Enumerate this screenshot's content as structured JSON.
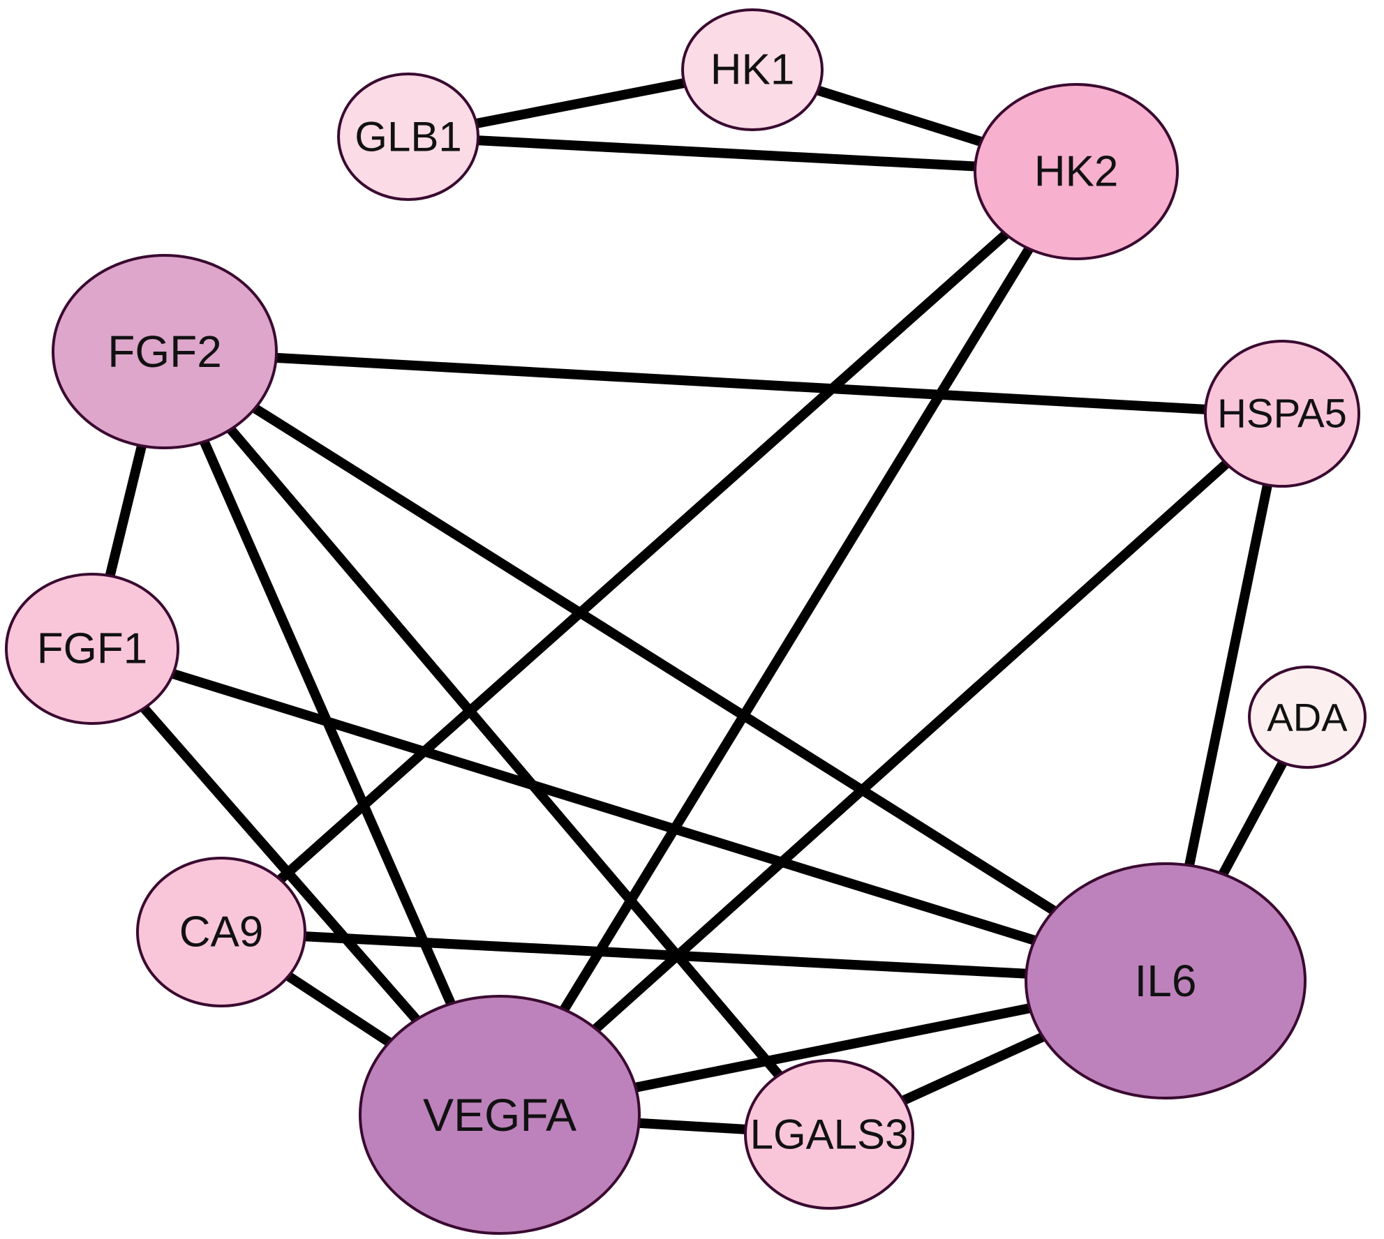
{
  "network": {
    "nodes": [
      {
        "id": "HK1",
        "label": "HK1",
        "color": "#fbdbe6"
      },
      {
        "id": "GLB1",
        "label": "GLB1",
        "color": "#fbdbe6"
      },
      {
        "id": "HK2",
        "label": "HK2",
        "color": "#f7b0cd"
      },
      {
        "id": "FGF2",
        "label": "FGF2",
        "color": "#dea6cb"
      },
      {
        "id": "HSPA5",
        "label": "HSPA5",
        "color": "#f9c6d9"
      },
      {
        "id": "FGF1",
        "label": "FGF1",
        "color": "#f9c6d9"
      },
      {
        "id": "ADA",
        "label": "ADA",
        "color": "#fcefef"
      },
      {
        "id": "CA9",
        "label": "CA9",
        "color": "#f9c6d9"
      },
      {
        "id": "IL6",
        "label": "IL6",
        "color": "#bd82bb"
      },
      {
        "id": "VEGFA",
        "label": "VEGFA",
        "color": "#bd82bb"
      },
      {
        "id": "LGALS3",
        "label": "LGALS3",
        "color": "#f9c6d9"
      }
    ],
    "edges": [
      [
        "GLB1",
        "HK1"
      ],
      [
        "HK1",
        "HK2"
      ],
      [
        "GLB1",
        "HK2"
      ],
      [
        "HK2",
        "CA9"
      ],
      [
        "HK2",
        "VEGFA"
      ],
      [
        "FGF2",
        "HSPA5"
      ],
      [
        "FGF2",
        "FGF1"
      ],
      [
        "FGF2",
        "VEGFA"
      ],
      [
        "FGF2",
        "LGALS3"
      ],
      [
        "FGF2",
        "IL6"
      ],
      [
        "HSPA5",
        "VEGFA"
      ],
      [
        "HSPA5",
        "IL6"
      ],
      [
        "ADA",
        "IL6"
      ],
      [
        "FGF1",
        "IL6"
      ],
      [
        "FGF1",
        "VEGFA"
      ],
      [
        "CA9",
        "IL6"
      ],
      [
        "CA9",
        "VEGFA"
      ],
      [
        "VEGFA",
        "IL6"
      ],
      [
        "VEGFA",
        "LGALS3"
      ],
      [
        "IL6",
        "LGALS3"
      ]
    ]
  }
}
